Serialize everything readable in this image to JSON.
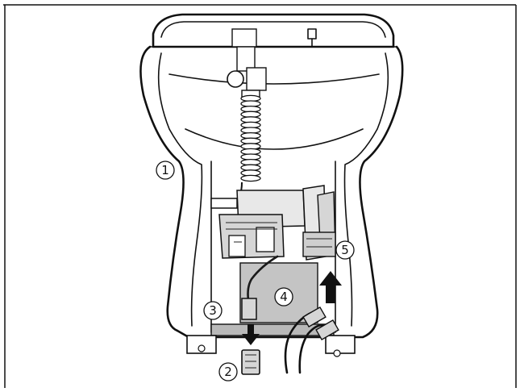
{
  "figure": {
    "callouts": [
      {
        "number": "1",
        "part": "toilet-bowl-housing"
      },
      {
        "number": "2",
        "part": "drain-cap"
      },
      {
        "number": "3",
        "part": "base-bracket"
      },
      {
        "number": "4",
        "part": "macerator-pump"
      },
      {
        "number": "5",
        "part": "motor-connector"
      }
    ],
    "colors": {
      "line": "#111111",
      "pump_fill": "#c4c4c4",
      "bracket_fill": "#b9b9b9",
      "part_fill": "#d6d6d6",
      "background": "#ffffff"
    }
  }
}
